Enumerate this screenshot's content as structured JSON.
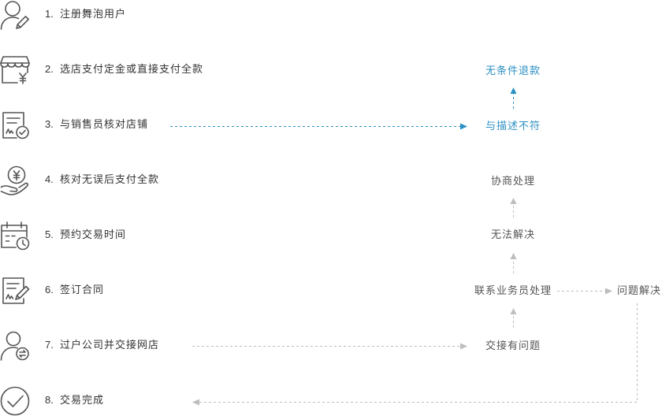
{
  "steps": [
    {
      "num": "1.",
      "label": "注册舞泡用户",
      "icon": "user-pen-icon"
    },
    {
      "num": "2.",
      "label": "选店支付定金或直接支付全款",
      "icon": "shop-yen-icon"
    },
    {
      "num": "3.",
      "label": "与销售员核对店铺",
      "icon": "document-check-icon"
    },
    {
      "num": "4.",
      "label": "核对无误后支付全款",
      "icon": "hand-yen-icon"
    },
    {
      "num": "5.",
      "label": "预约交易时间",
      "icon": "calendar-clock-icon"
    },
    {
      "num": "6.",
      "label": "签订合同",
      "icon": "contract-sign-icon"
    },
    {
      "num": "7.",
      "label": "过户公司并交接网店",
      "icon": "user-exchange-icon"
    },
    {
      "num": "8.",
      "label": "交易完成",
      "icon": "check-circle-icon"
    }
  ],
  "flow": {
    "refund": "无条件退款",
    "mismatch": "与描述不符",
    "negotiate": "协商处理",
    "unresolved": "无法解决",
    "contact": "联系业务员处理",
    "resolved": "问题解决",
    "handover_issue": "交接有问题"
  },
  "colors": {
    "accent": "#2b90c3",
    "text": "#333333",
    "node": "#555555",
    "line": "#bdbdbd",
    "icon": "#555555"
  }
}
